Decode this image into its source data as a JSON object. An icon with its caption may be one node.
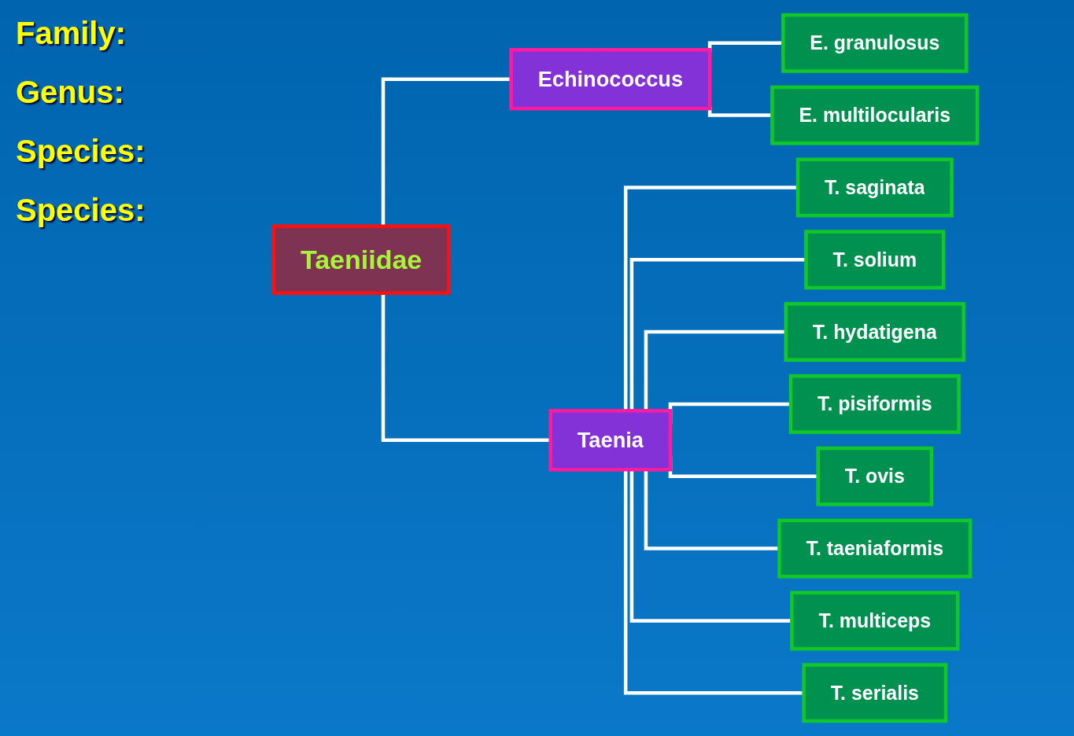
{
  "diagram": {
    "nodes": [
      {
        "text": [
          "Taeniidae"
        ]
      },
      {
        "text": [
          "Echinococcus"
        ]
      },
      {
        "text": [
          "Taenia"
        ]
      },
      {
        "text": [
          "E. granulosus"
        ]
      },
      {
        "text": [
          "E. multilocularis"
        ]
      },
      {
        "text": [
          "T. saginata"
        ]
      },
      {
        "text": [
          "T. solium"
        ]
      },
      {
        "text": [
          "T. hydatigena"
        ]
      },
      {
        "text": [
          "T. pisiformis"
        ]
      },
      {
        "text": [
          "T. ovis"
        ]
      },
      {
        "text": [
          "T. taeniaformis"
        ]
      },
      {
        "text": [
          "T. multiceps"
        ]
      },
      {
        "text": [
          "T. serialis"
        ]
      }
    ],
    "edges": [
      {
        "from": 0,
        "to": 1,
        "arrow": "none"
      },
      {
        "from": 0,
        "to": 2,
        "arrow": "none"
      },
      {
        "from": 1,
        "to": 3,
        "arrow": "none"
      },
      {
        "from": 1,
        "to": 4,
        "arrow": "none"
      },
      {
        "from": 2,
        "to": 5,
        "arrow": "none"
      },
      {
        "from": 2,
        "to": 6,
        "arrow": "none"
      },
      {
        "from": 2,
        "to": 7,
        "arrow": "none"
      },
      {
        "from": 2,
        "to": 8,
        "arrow": "none"
      },
      {
        "from": 2,
        "to": 9,
        "arrow": "none"
      },
      {
        "from": 2,
        "to": 10,
        "arrow": "none"
      },
      {
        "from": 2,
        "to": 11,
        "arrow": "none"
      },
      {
        "from": 2,
        "to": 12,
        "arrow": "none"
      }
    ],
    "labels": [
      "Family:",
      "Genus:",
      "Species:",
      "Species:"
    ]
  }
}
